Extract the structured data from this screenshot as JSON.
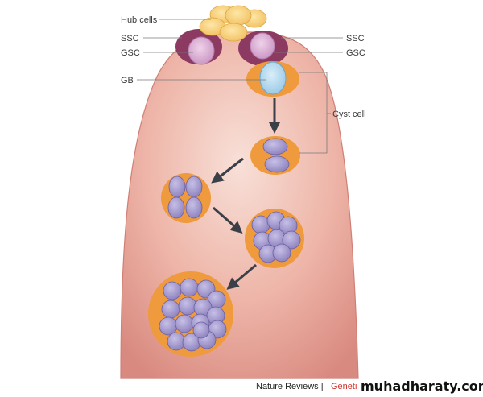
{
  "labels": {
    "hub_cells": "Hub cells",
    "ssc_left": "SSC",
    "gsc_left": "GSC",
    "gb": "GB",
    "ssc_right": "SSC",
    "gsc_right": "GSC",
    "cyst_cell": "Cyst cell"
  },
  "credit": {
    "journal": "Nature Reviews |",
    "section": "Geneti",
    "watermark": "muhadharaty.com"
  },
  "colors": {
    "testis_tip": "#f6d7cf",
    "testis_edge": "#d98a80",
    "cyst_orange": "#ef9a3c",
    "germ_cell": "#9e94c8",
    "germ_cell_edge": "#6d5f9e",
    "hub_yellow": "#f9d27a",
    "ssc_purple": "#8c3a62",
    "gsc_pink": "#d9a3cf",
    "gb_blue": "#a9d3ec",
    "arrow": "#3a3f48"
  }
}
